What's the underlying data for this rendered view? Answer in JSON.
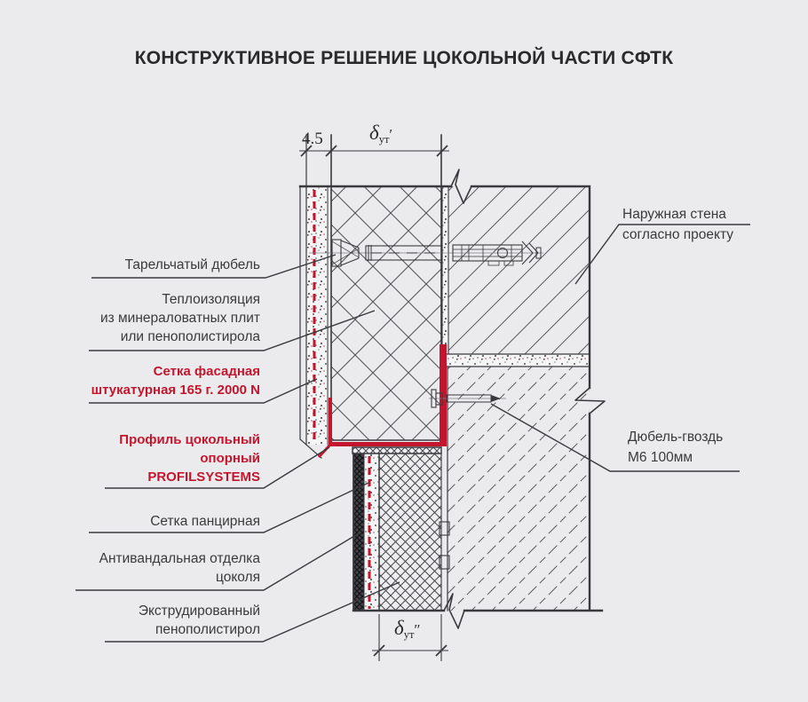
{
  "title": "КОНСТРУКТИВНОЕ РЕШЕНИЕ ЦОКОЛЬНОЙ ЧАСТИ СФТК",
  "colors": {
    "background": "#ebebed",
    "line": "#3a3a3e",
    "accent_red": "#c3162e",
    "text": "#3a3a3c",
    "title": "#2a2a2c"
  },
  "dims": {
    "plaster": {
      "value": "4.5"
    },
    "top_insulation": {
      "symbol": "δ",
      "sub": "ут",
      "prime": "′"
    },
    "bottom_insulation": {
      "symbol": "δ",
      "sub": "ут",
      "prime": "″"
    }
  },
  "labels_left": [
    {
      "id": "plate-dowel",
      "lines": [
        "Тарельчатый дюбель"
      ]
    },
    {
      "id": "insulation",
      "lines": [
        "Теплоизоляция",
        "из минераловатных плит",
        "или пенополистирола"
      ]
    },
    {
      "id": "facade-mesh",
      "lines": [
        "Сетка фасадная",
        "штукатурная 165 г. 2000 N"
      ]
    },
    {
      "id": "base-profile",
      "lines": [
        "Профиль цокольный",
        "опорный",
        "PROFILSYSTEMS"
      ]
    },
    {
      "id": "armor-mesh",
      "lines": [
        "Сетка панцирная"
      ]
    },
    {
      "id": "antivandal",
      "lines": [
        "Антивандальная отделка",
        "цоколя"
      ]
    },
    {
      "id": "xps",
      "lines": [
        "Экструдированный",
        "пенополистирол"
      ]
    }
  ],
  "labels_right": [
    {
      "id": "outer-wall",
      "lines": [
        "Наружная стена",
        "согласно проекту"
      ]
    },
    {
      "id": "nail-dowel",
      "lines": [
        "Дюбель-гвоздь",
        "М6 100мм"
      ]
    }
  ]
}
